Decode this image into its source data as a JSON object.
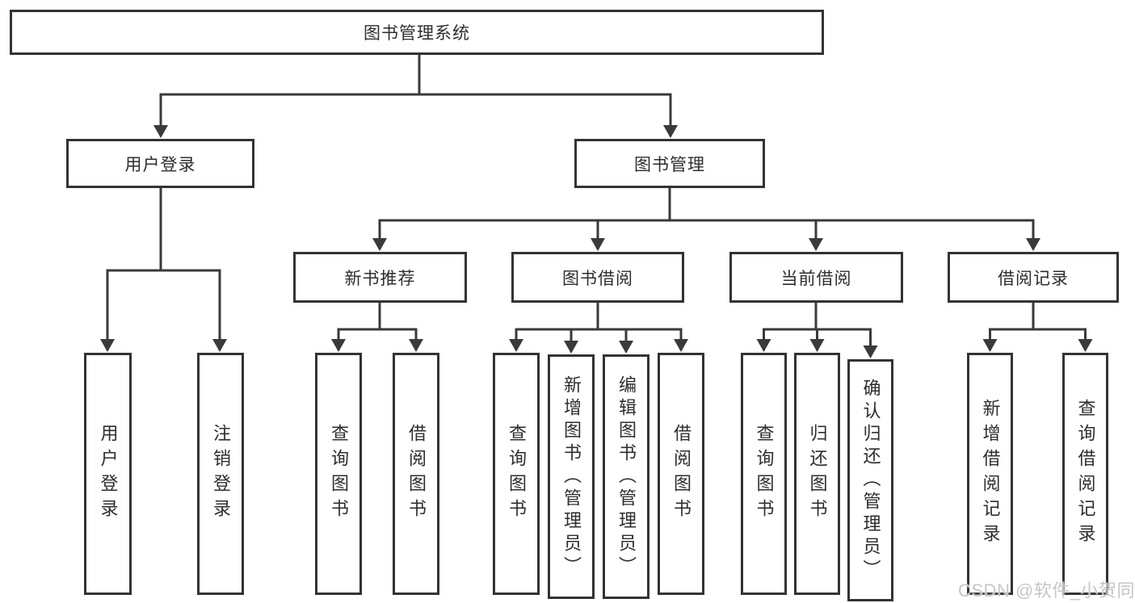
{
  "tree": {
    "root": {
      "label": "图书管理系统",
      "children": [
        {
          "label": "用户登录",
          "children": [
            {
              "label": "用户登录"
            },
            {
              "label": "注销登录"
            }
          ]
        },
        {
          "label": "图书管理",
          "children": [
            {
              "label": "新书推荐",
              "children": [
                {
                  "label": "查询图书"
                },
                {
                  "label": "借阅图书"
                }
              ]
            },
            {
              "label": "图书借阅",
              "children": [
                {
                  "label": "查询图书"
                },
                {
                  "label": "新增图书（管理员）"
                },
                {
                  "label": "编辑图书（管理员）"
                },
                {
                  "label": "借阅图书"
                }
              ]
            },
            {
              "label": "当前借阅",
              "children": [
                {
                  "label": "查询图书"
                },
                {
                  "label": "归还图书"
                },
                {
                  "label": "确认归还（管理员）"
                }
              ]
            },
            {
              "label": "借阅记录",
              "children": [
                {
                  "label": "新增借阅记录"
                },
                {
                  "label": "查询借阅记录"
                }
              ]
            }
          ]
        }
      ]
    }
  },
  "watermark": {
    "text": "CSDN @软件_小贺同学"
  },
  "colors": {
    "line": "#3a3a3a",
    "box_border": "#333333",
    "text": "#2d2d2d",
    "background": "#ffffff",
    "watermark": "#c6c6c6"
  }
}
